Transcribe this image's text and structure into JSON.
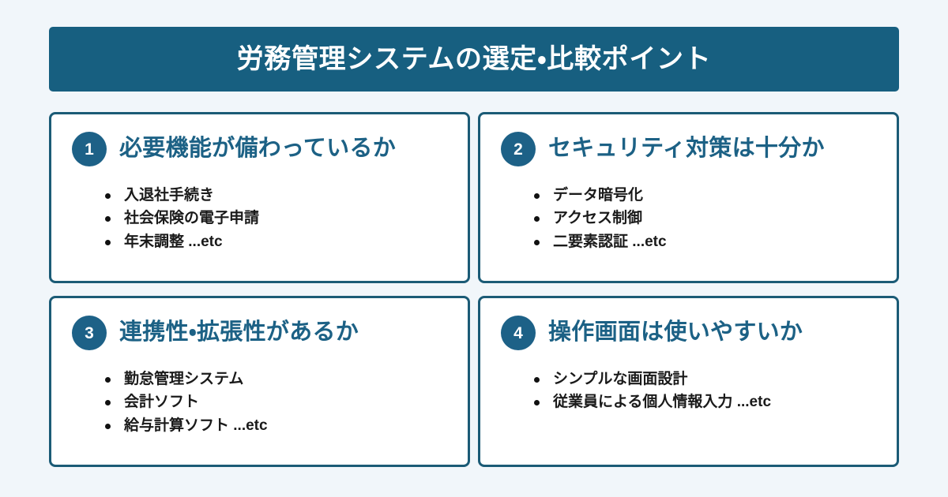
{
  "theme": {
    "page_background": "#f1f6fa",
    "banner_background": "#175f80",
    "banner_text": "#ffffff",
    "card_background": "#ffffff",
    "card_border": "#1b5b76",
    "badge_background": "#1d6187",
    "badge_text": "#ffffff",
    "card_title_color": "#1c6185",
    "list_text_color": "#1a1a1a",
    "bullet_color": "#111111"
  },
  "header": {
    "title": "労務管理システムの選定・比較ポイント"
  },
  "cards": [
    {
      "number": "1",
      "title": "必要機能が備わっているか",
      "items": [
        "入退社手続き",
        "社会保険の電子申請",
        "年末調整  ...etc"
      ]
    },
    {
      "number": "2",
      "title": "セキュリティ対策は十分か",
      "items": [
        "データ暗号化",
        "アクセス制御",
        "二要素認証 ...etc"
      ]
    },
    {
      "number": "3",
      "title": "連携性・拡張性があるか",
      "items": [
        "勤怠管理システム",
        "会計ソフト",
        "給与計算ソフト ...etc"
      ]
    },
    {
      "number": "4",
      "title": "操作画面は使いやすいか",
      "items": [
        "シンプルな画面設計",
        "従業員による個人情報入力 ...etc"
      ]
    }
  ]
}
